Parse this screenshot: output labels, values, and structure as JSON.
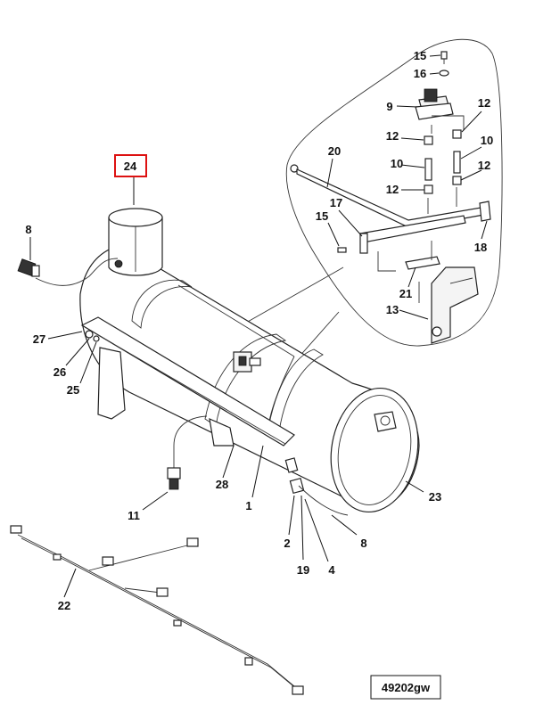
{
  "highlighted_part": "24",
  "reference_code": "49202gw",
  "callouts": [
    {
      "id": "c24",
      "text": "24"
    },
    {
      "id": "c8a",
      "text": "8"
    },
    {
      "id": "c27",
      "text": "27"
    },
    {
      "id": "c26",
      "text": "26"
    },
    {
      "id": "c25",
      "text": "25"
    },
    {
      "id": "c11",
      "text": "11"
    },
    {
      "id": "c28",
      "text": "28"
    },
    {
      "id": "c1",
      "text": "1"
    },
    {
      "id": "c2",
      "text": "2"
    },
    {
      "id": "c19",
      "text": "19"
    },
    {
      "id": "c4",
      "text": "4"
    },
    {
      "id": "c8b",
      "text": "8"
    },
    {
      "id": "c23",
      "text": "23"
    },
    {
      "id": "c22",
      "text": "22"
    },
    {
      "id": "c15a",
      "text": "15"
    },
    {
      "id": "c16",
      "text": "16"
    },
    {
      "id": "c9",
      "text": "9"
    },
    {
      "id": "c12a",
      "text": "12"
    },
    {
      "id": "c12b",
      "text": "12"
    },
    {
      "id": "c10a",
      "text": "10"
    },
    {
      "id": "c10b",
      "text": "10"
    },
    {
      "id": "c12c",
      "text": "12"
    },
    {
      "id": "c12d",
      "text": "12"
    },
    {
      "id": "c20",
      "text": "20"
    },
    {
      "id": "c17",
      "text": "17"
    },
    {
      "id": "c15b",
      "text": "15"
    },
    {
      "id": "c18",
      "text": "18"
    },
    {
      "id": "c21",
      "text": "21"
    },
    {
      "id": "c13",
      "text": "13"
    }
  ]
}
